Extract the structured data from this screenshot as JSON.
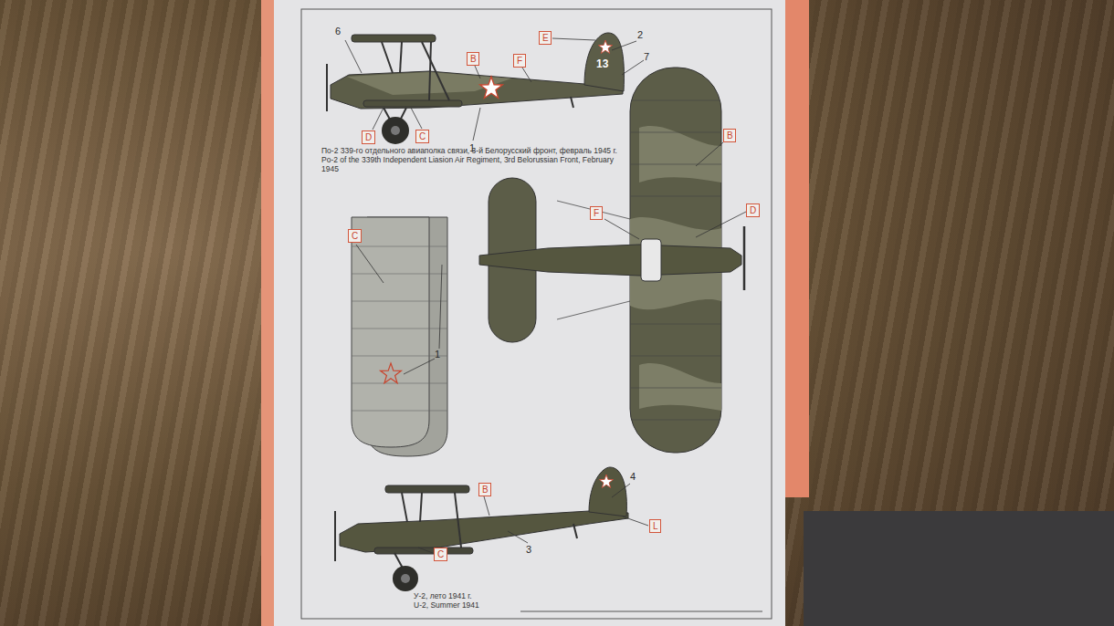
{
  "diagram": {
    "nodes": [
      {
        "text": [
          "E"
        ]
      },
      {
        "text": [
          "B"
        ]
      },
      {
        "text": [
          "F"
        ]
      },
      {
        "text": [
          "D"
        ]
      },
      {
        "text": [
          "C"
        ]
      },
      {
        "text": [
          "B"
        ]
      },
      {
        "text": [
          "F"
        ]
      },
      {
        "text": [
          "D"
        ]
      },
      {
        "text": [
          "C"
        ]
      },
      {
        "text": [
          "B"
        ]
      },
      {
        "text": [
          "L"
        ]
      },
      {
        "text": [
          "C"
        ]
      }
    ],
    "labels": [
      "6",
      "2",
      "7",
      "13",
      "1",
      "По-2 339-го отдельного авиаполка связи, 3-й Белорусский фронт, февраль 1945 г.",
      "Po-2 of the 339th Independent Liasion Air Regiment, 3rd Belorussian Front, February 1945",
      "1",
      "4",
      "3",
      "У-2, лето 1941 г.",
      "U-2, Summer 1941"
    ]
  }
}
